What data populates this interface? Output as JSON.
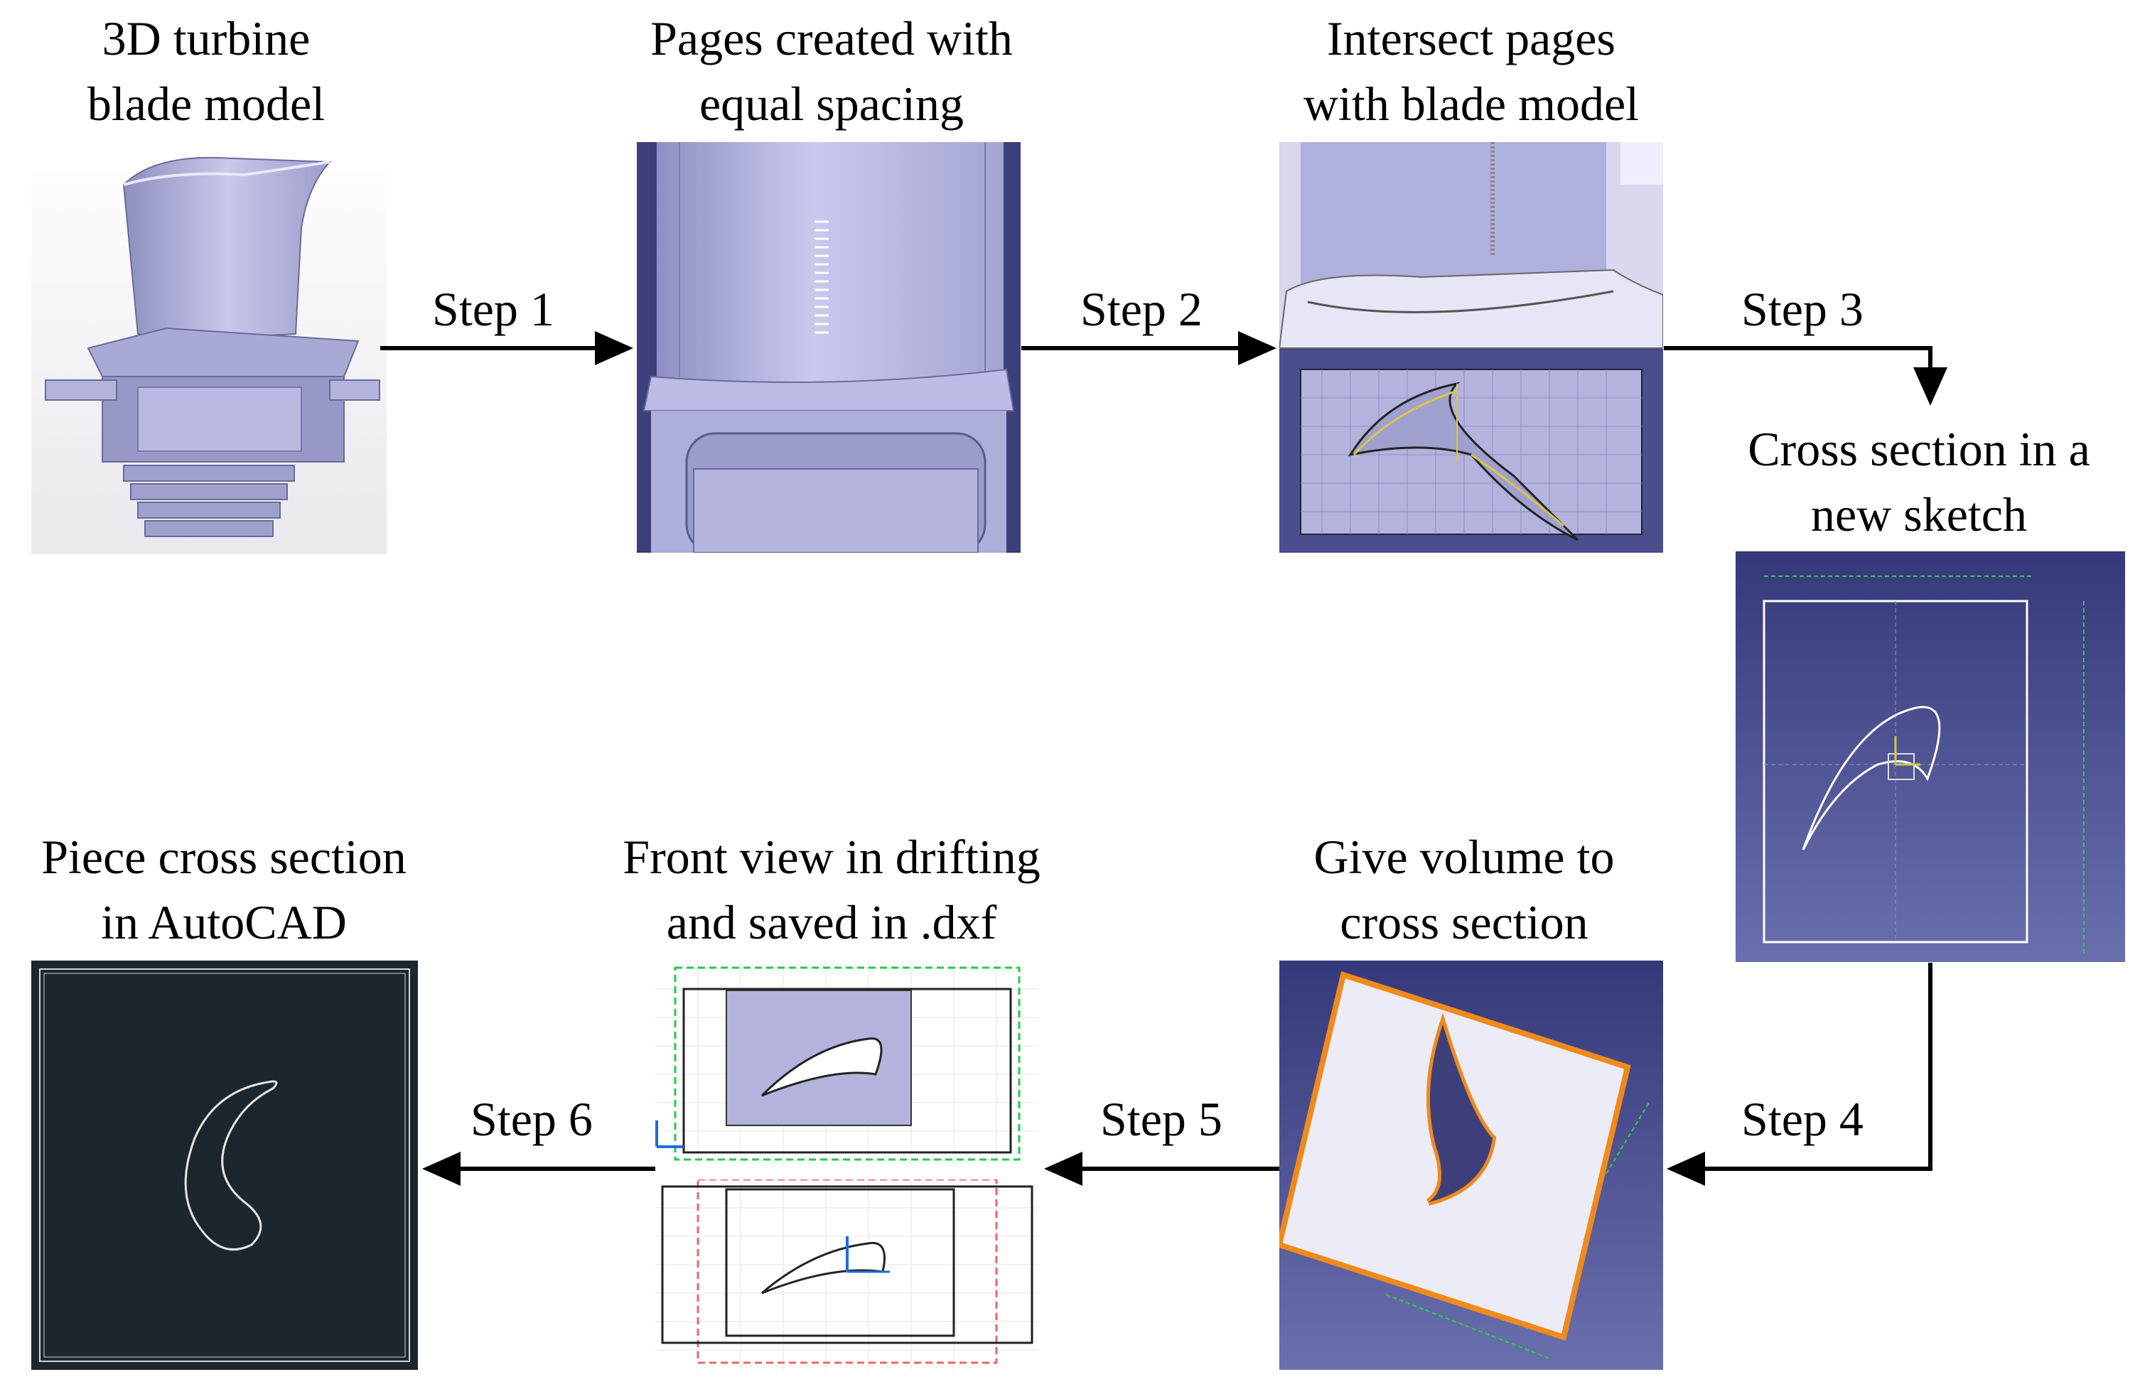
{
  "stages": [
    {
      "line1": "3D turbine",
      "line2": "blade model"
    },
    {
      "line1": "Pages created with",
      "line2": "equal spacing"
    },
    {
      "line1": "Intersect pages",
      "line2": "with blade model"
    },
    {
      "line1": "Cross section in a",
      "line2": "new sketch"
    },
    {
      "line1": "Give volume to",
      "line2": "cross section"
    },
    {
      "line1": "Front view in drifting",
      "line2": "and saved in .dxf"
    },
    {
      "line1": "Piece cross section",
      "line2": "in AutoCAD"
    }
  ],
  "steps": [
    "Step 1",
    "Step 2",
    "Step 3",
    "Step 4",
    "Step 5",
    "Step 6"
  ],
  "colors": {
    "cad_background": "#3c3f7a",
    "blade_surface": "#b9b9e2",
    "autocad_background": "#1b262e",
    "arrow": "#000000"
  }
}
